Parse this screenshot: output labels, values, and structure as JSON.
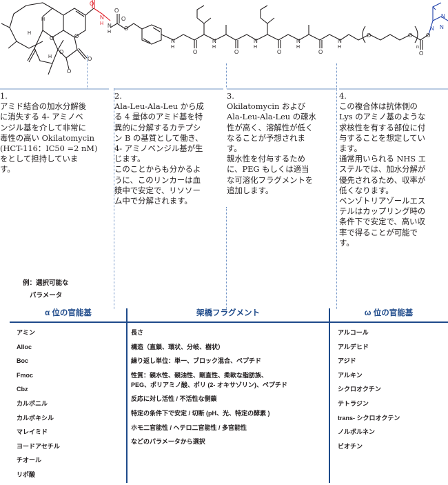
{
  "structure": {
    "atoms": {
      "o1": "O",
      "n_h1": "H",
      "n_h2": "H",
      "n1": "N",
      "n2": "N",
      "o2": "O",
      "o3": "O",
      "h1": "H",
      "o4": "O",
      "h2": "H",
      "o5": "O",
      "o6": "O",
      "o7": "O",
      "o8": "O",
      "h3": "H",
      "o9": "O",
      "n_a": "N",
      "h_a": "H",
      "o_a": "O",
      "n_b": "N",
      "h_b": "H",
      "o_b": "O",
      "n_c": "N",
      "h_c": "H",
      "o_c": "O",
      "n_d": "N",
      "h_d": "H",
      "o_d": "O",
      "n_e": "N",
      "h_e": "H",
      "o_peg1": "O",
      "o_peg2": "O",
      "sub_n": "n",
      "o_end": "O",
      "o_ester": "O",
      "n_bt1": "N",
      "n_bt2": "N",
      "n_bt3": "N"
    },
    "colors": {
      "hydrazide": "#e0202a",
      "benzotriazole": "#1e3fa8"
    }
  },
  "notes": [
    {
      "num": "1.",
      "lines": [
        "アミド結合の加水分解後",
        "に消失する 4- アミノベ",
        "ンジル基を介して非常に",
        "毒性の高い Okilatomycin",
        "(HCT-116：IC50 =2 nM)",
        "をとして担持していま",
        "す。"
      ]
    },
    {
      "num": "2.",
      "lines": [
        "Ala-Leu-Ala-Leu から成",
        "る 4 量体のアミド基を特",
        "異的に分解するカテプシ",
        "ン B の基質として働き、",
        "4- アミノベンジル基が生",
        "じます。",
        "このことからも分かるよ",
        "うに、このリンカーは血",
        "漿中で安定で、リソソー",
        "ム中で分解されます。"
      ]
    },
    {
      "num": "3.",
      "lines": [
        "Okilatomycin および",
        "Ala-Leu-Ala-Leu の疎水",
        "性が高く、溶解性が低く",
        "なることが予想されま",
        "す。",
        "親水性を付与するため",
        "に、PEG もしくは適当",
        "な可溶化フラグメントを",
        "追加します。"
      ]
    },
    {
      "num": "4.",
      "lines": [
        "この複合体は抗体側の",
        "Lys のアミノ基のような",
        "求核性を有する部位に付",
        "与することを想定してい",
        "ます。",
        "通常用いられる NHS エ",
        "ステルでは、加水分解が",
        "優先されるため、収率が",
        "低くなります。",
        "ベンゾトリアゾールエス",
        "テルはカップリング時の",
        "条件下で安定で、高い収",
        "率で得ることが可能で",
        "す。"
      ]
    }
  ],
  "legend": {
    "line1": "例：選択可能な",
    "line2": "パラメータ"
  },
  "table": {
    "headers": {
      "alpha": "α 位の官能基",
      "bridge": "架橋フラグメント",
      "omega": "ω 位の官能基"
    },
    "alpha": [
      "アミン",
      "Alloc",
      "Boc",
      "Fmoc",
      "Cbz",
      "カルボニル",
      "カルボキシル",
      "マレイミド",
      "ヨードアセチル",
      "チオール",
      "リポ酸"
    ],
    "bridge": [
      "長さ",
      "構造（直鎖、環状、分岐、樹状）",
      "繰り返し単位：単一、ブロック混合、ペプチド",
      "性質：親水性、親油性、剛直性、柔軟な脂肪族、",
      "PEG、ポリアミノ酸、ポリ (2- オキサゾリン)、ペプチド",
      "反応に対し活性 / 不活性な側鎖",
      "特定の条件下で安定 / 切断 (pH、光、特定の酵素 )",
      "ホモ二官能性 / ヘテロ二官能性 / 多官能性",
      "などのパラメータから選択"
    ],
    "omega": [
      "アルコール",
      "アルデヒド",
      "アジド",
      "アルキン",
      "シクロオクチン",
      "テトラジン",
      "trans- シクロオクテン",
      "ノルボルネン",
      "ビオチン"
    ]
  }
}
